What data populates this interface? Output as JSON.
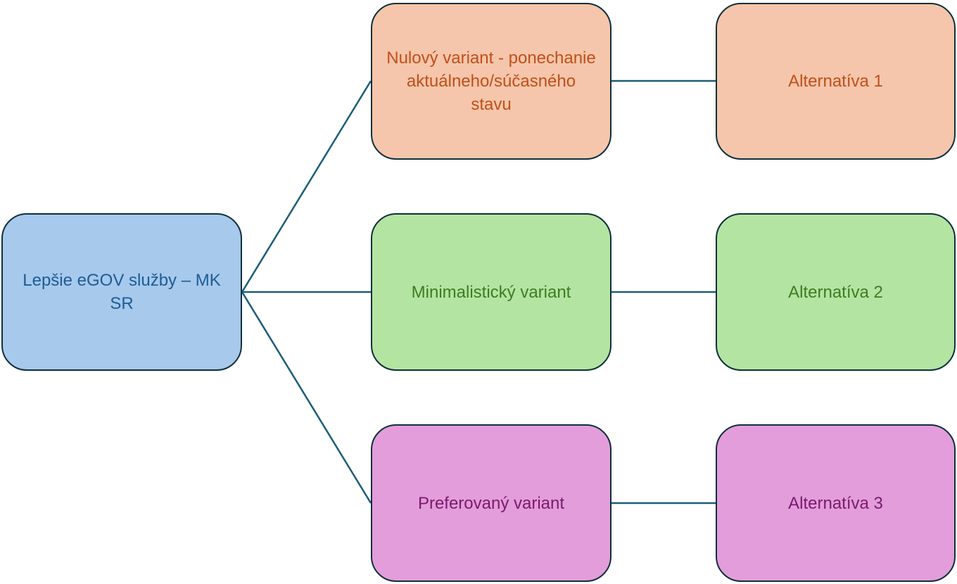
{
  "colors": {
    "root_fill": "#a7c9ec",
    "root_text": "#1e5c94",
    "variant1_fill": "#f5c6ab",
    "variant1_text": "#c0501a",
    "variant2_fill": "#b4e4a2",
    "variant2_text": "#3c7d23",
    "variant3_fill": "#e39ddb",
    "variant3_text": "#7a1a6d",
    "connector": "#1b5e79",
    "node_border": "#0f2f3c"
  },
  "root": {
    "label": "Lepšie eGOV služby – MK SR"
  },
  "variants": [
    {
      "label": "Nulový variant - ponechanie aktuálneho/súčasného stavu",
      "alternative": "Alternatíva 1"
    },
    {
      "label": "Minimalistický variant",
      "alternative": "Alternatíva 2"
    },
    {
      "label": "Preferovaný variant",
      "alternative": "Alternatíva 3"
    }
  ]
}
